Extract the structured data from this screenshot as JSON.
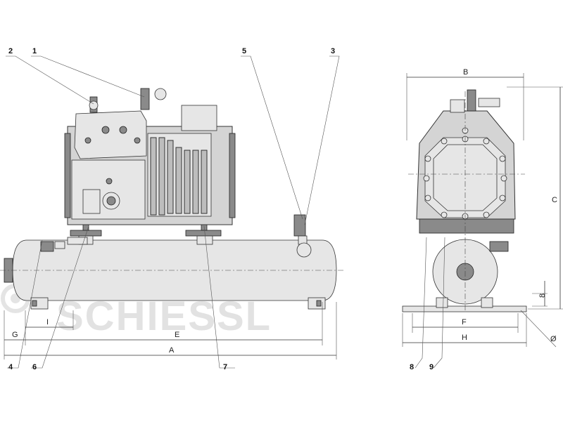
{
  "watermark": "SCHIESSL",
  "callouts": {
    "n1": "1",
    "n2": "2",
    "n3": "3",
    "n4": "4",
    "n5": "5",
    "n6": "6",
    "n7": "7",
    "n8": "8",
    "n9": "9"
  },
  "dimensions": {
    "A": "A",
    "B": "B",
    "C": "C",
    "E": "E",
    "F": "F",
    "G": "G",
    "H": "H",
    "I": "I",
    "eight": "8",
    "dia": "Ø"
  }
}
